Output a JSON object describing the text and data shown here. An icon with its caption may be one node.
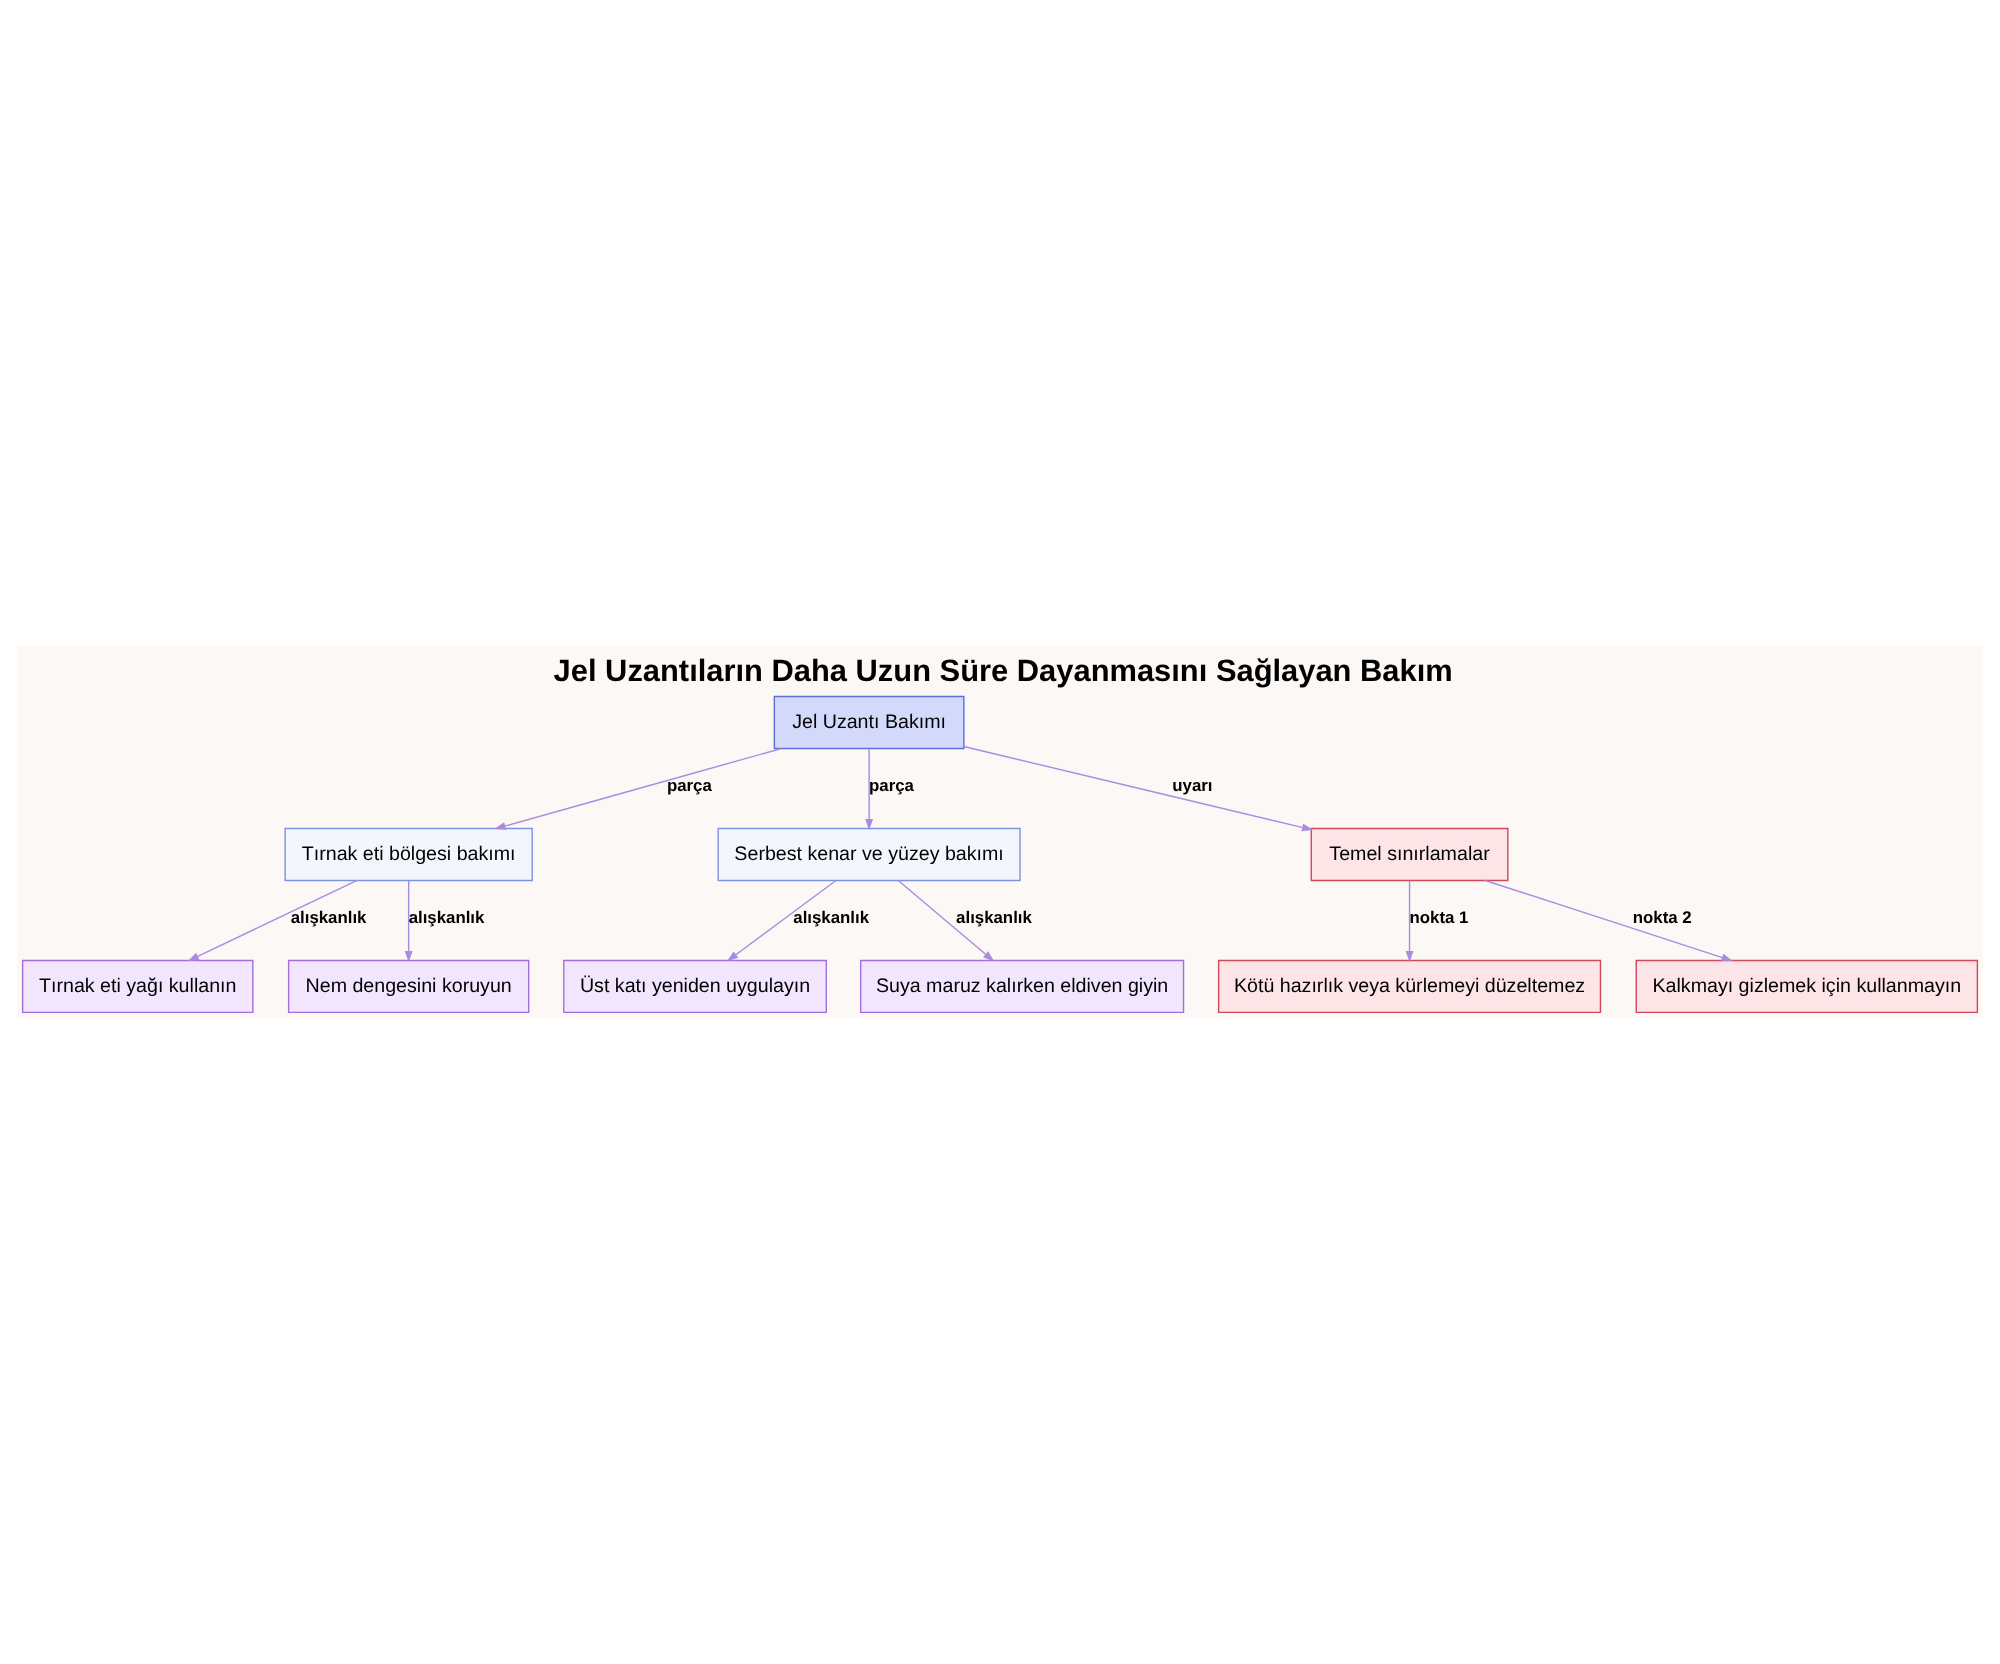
{
  "diagram": {
    "title": "Jel Uzantıların Daha Uzun Süre Dayanmasını Sağlayan Bakım",
    "nodes": [
      {
        "text": [
          "Jel Uzantı Bakımı"
        ]
      },
      {
        "text": [
          "Tırnak eti bölgesi bakımı"
        ]
      },
      {
        "text": [
          "Serbest kenar ve yüzey bakımı"
        ]
      },
      {
        "text": [
          "Temel sınırlamalar"
        ]
      },
      {
        "text": [
          "Tırnak eti yağı kullanın"
        ]
      },
      {
        "text": [
          "Nem dengesini koruyun"
        ]
      },
      {
        "text": [
          "Üst katı yeniden uygulayın"
        ]
      },
      {
        "text": [
          "Suya maruz kalırken eldiven giyin"
        ]
      },
      {
        "text": [
          "Kötü hazırlık veya kürlemeyi düzeltemez"
        ]
      },
      {
        "text": [
          "Kalkmayı gizlemek için kullanmayın"
        ]
      }
    ],
    "edges": [
      {
        "from": 0,
        "to": 1,
        "arrow": "to",
        "label": "parça"
      },
      {
        "from": 0,
        "to": 2,
        "arrow": "to",
        "label": "parça"
      },
      {
        "from": 0,
        "to": 3,
        "arrow": "to",
        "label": "uyarı"
      },
      {
        "from": 1,
        "to": 4,
        "arrow": "to",
        "label": "alışkanlık"
      },
      {
        "from": 1,
        "to": 5,
        "arrow": "to",
        "label": "alışkanlık"
      },
      {
        "from": 2,
        "to": 6,
        "arrow": "to",
        "label": "alışkanlık"
      },
      {
        "from": 2,
        "to": 7,
        "arrow": "to",
        "label": "alışkanlık"
      },
      {
        "from": 3,
        "to": 8,
        "arrow": "to",
        "label": "nokta 1"
      },
      {
        "from": 3,
        "to": 9,
        "arrow": "to",
        "label": "nokta 2"
      }
    ]
  }
}
